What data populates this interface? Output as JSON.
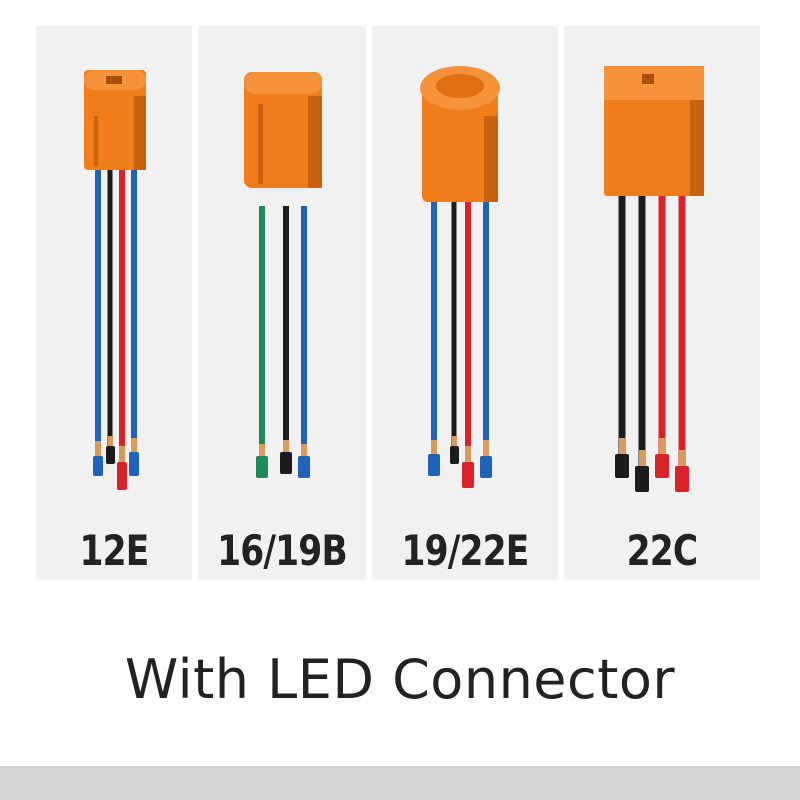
{
  "colors": {
    "connector": "#f07d1c",
    "connector_shade": "#c9620f",
    "wire_blue": "#1f62b8",
    "wire_red": "#d8232a",
    "wire_black": "#1c1c1c",
    "wire_green": "#1e8a5a",
    "panel_bg": "#f1f1f1",
    "bottom_bar": "#d2d2d2"
  },
  "products": [
    {
      "model": "12E",
      "connector_shape": "small-cylinder",
      "wires": [
        "blue",
        "black",
        "red",
        "blue"
      ]
    },
    {
      "model": "16/19B",
      "connector_shape": "cylinder-with-tabs",
      "wires": [
        "green",
        "black",
        "blue"
      ]
    },
    {
      "model": "19/22E",
      "connector_shape": "round-cap",
      "wires": [
        "blue",
        "black",
        "red",
        "blue"
      ]
    },
    {
      "model": "22C",
      "connector_shape": "square-block",
      "wires": [
        "black",
        "black",
        "red",
        "red"
      ]
    }
  ],
  "caption": "With LED Connector"
}
